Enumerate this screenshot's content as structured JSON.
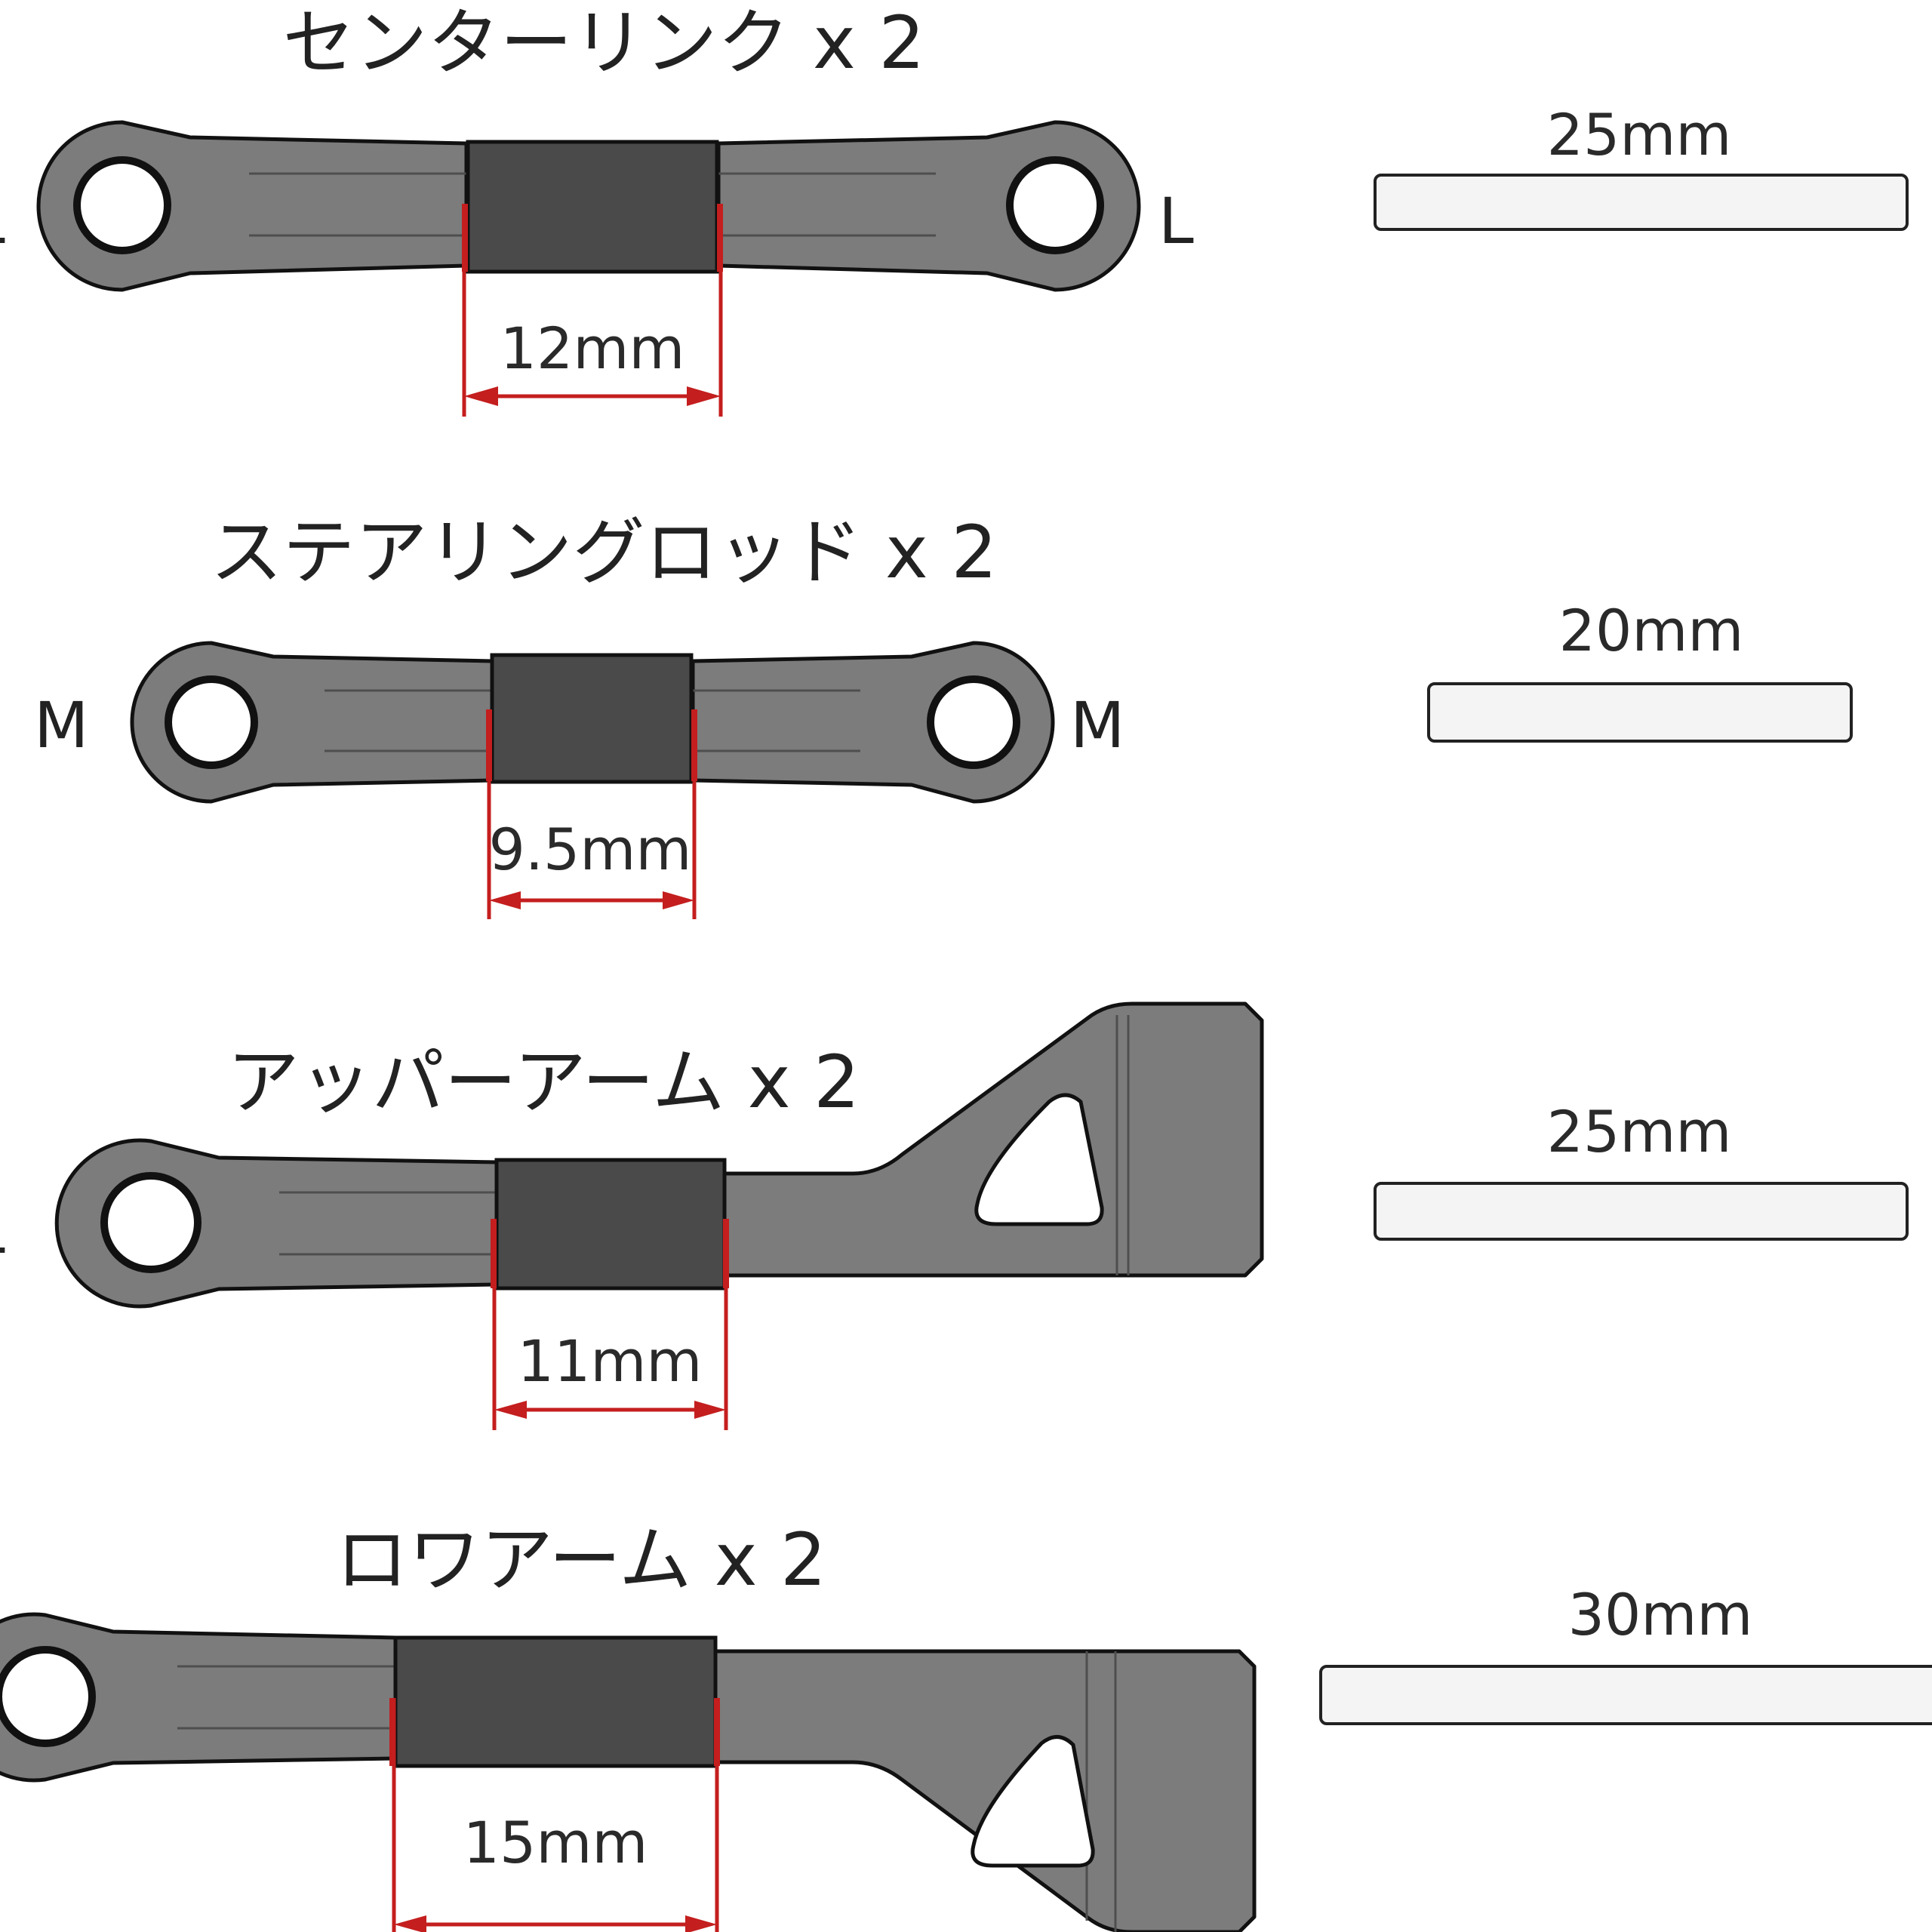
{
  "parts": [
    {
      "title": "センターリンク x 2",
      "dimension": "12mm",
      "end_labels": [
        "L",
        "L"
      ],
      "rod_length": "25mm"
    },
    {
      "title": "ステアリングロッド x 2",
      "dimension": "9.5mm",
      "end_labels": [
        "M",
        "M"
      ],
      "rod_length": "20mm"
    },
    {
      "title": "アッパーアーム x 2",
      "dimension": "11mm",
      "end_labels": [
        "L"
      ],
      "rod_length": "25mm"
    },
    {
      "title": "ロワアーム x 2",
      "dimension": "15mm",
      "end_labels": [],
      "rod_length": "30mm"
    }
  ],
  "colors": {
    "metal": "#7c7c7c",
    "sleeve": "#4a4a4a",
    "dimension_line": "#c41e1e"
  }
}
